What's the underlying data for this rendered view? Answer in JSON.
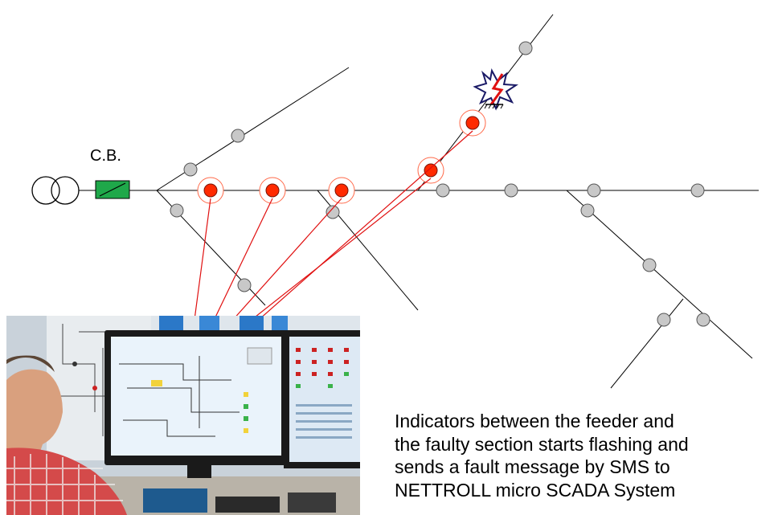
{
  "diagram": {
    "circuit_breaker_label": "C.B.",
    "caption_lines": [
      "Indicators between the feeder and",
      "the faulty section starts flashing and",
      "sends a fault message by SMS to",
      "NETTROLL micro SCADA System"
    ],
    "colors": {
      "line": "#000000",
      "inactive_indicator": "#c8c8c8",
      "active_indicator": "#ff2a00",
      "signal_arrow": "#e01010",
      "circuit_breaker": "#1fa84a"
    },
    "icons": [
      "transformer-icon",
      "circuit-breaker-icon",
      "fault-spark-icon",
      "operator-photo"
    ]
  }
}
